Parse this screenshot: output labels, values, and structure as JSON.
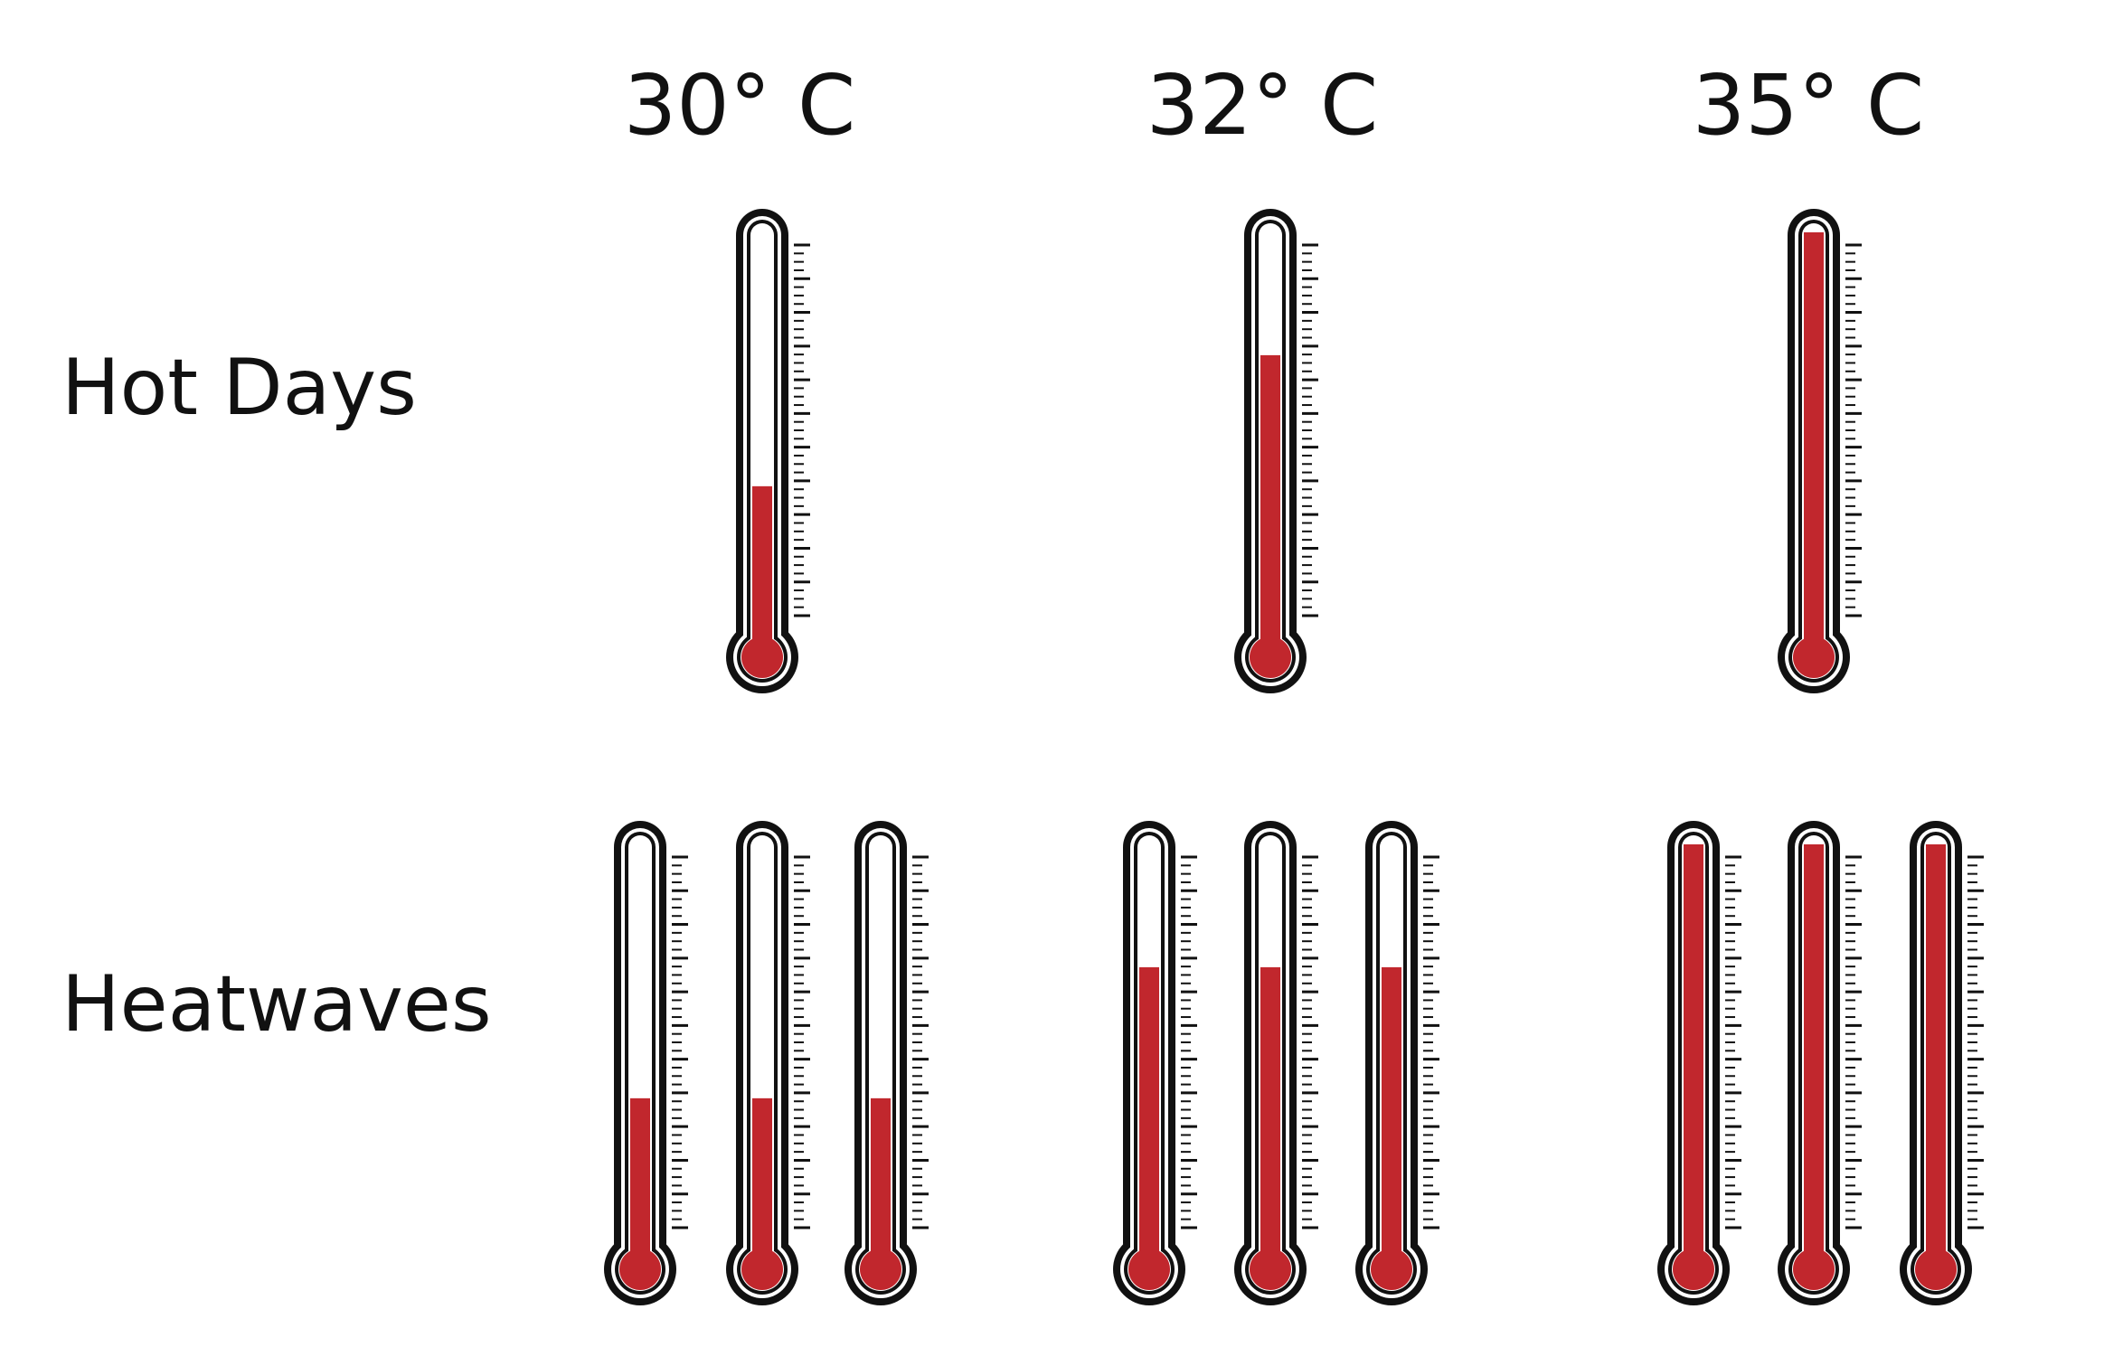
{
  "columns": [
    {
      "label": "30° C",
      "fill_fraction": 0.38
    },
    {
      "label": "32° C",
      "fill_fraction": 0.7
    },
    {
      "label": "35° C",
      "fill_fraction": 1.0
    }
  ],
  "rows": [
    {
      "label": "Hot Days",
      "thermometers_per_column": 1
    },
    {
      "label": "Heatwaves",
      "thermometers_per_column": 3
    }
  ],
  "colors": {
    "mercury": "#c1272d",
    "outline": "#111111",
    "background": "#ffffff"
  },
  "icons": [
    "thermometer-icon"
  ]
}
